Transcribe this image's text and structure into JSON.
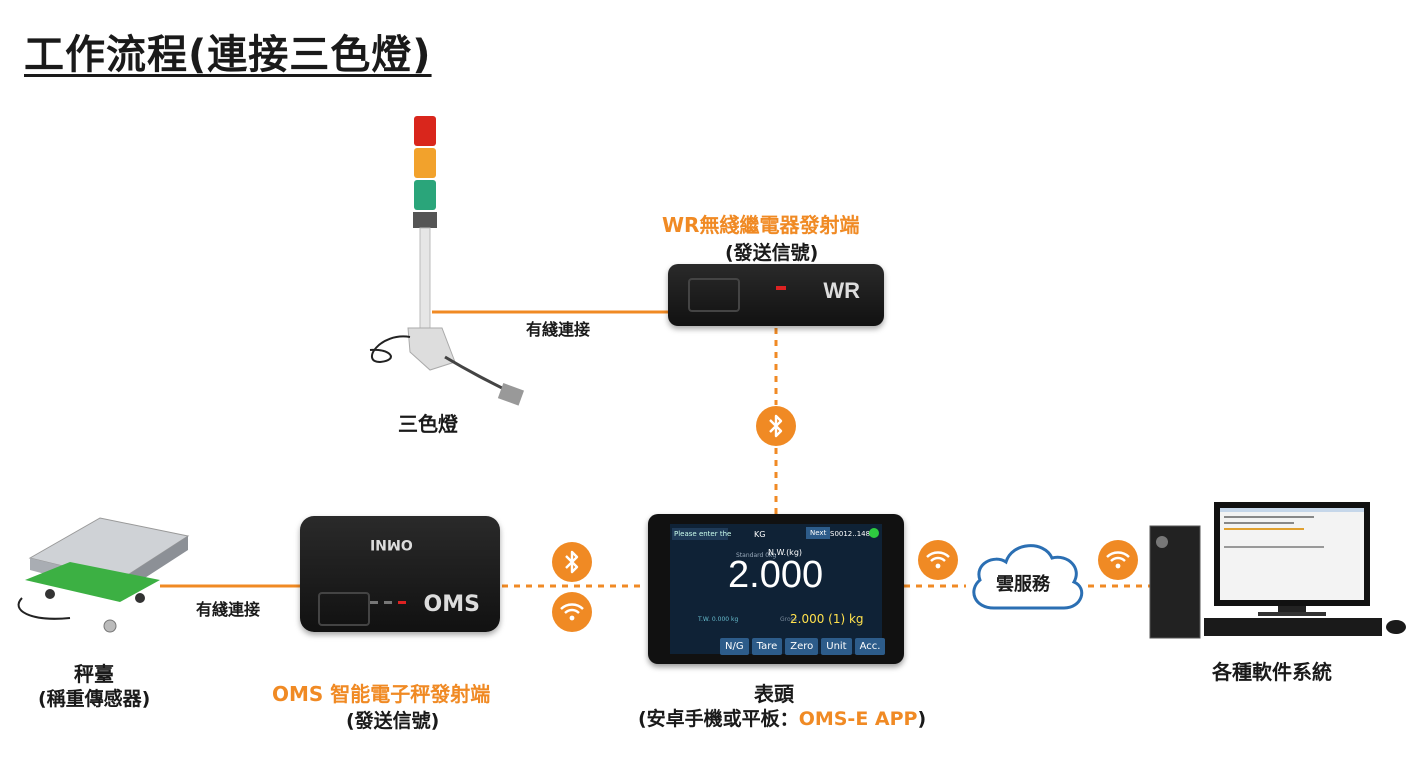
{
  "title": "工作流程(連接三色燈)",
  "stack_light": {
    "label": "三色燈"
  },
  "wired_top": {
    "label": "有綫連接"
  },
  "wr": {
    "title": "WR無綫繼電器發射端",
    "subtitle": "(發送信號)",
    "device_text": "WR"
  },
  "scale": {
    "label": "秤臺",
    "subtitle": "(稱重傳感器)"
  },
  "wired_bottom": {
    "label": "有綫連接"
  },
  "oms": {
    "title": "OMS 智能電子秤發射端",
    "subtitle": "(發送信號)",
    "device_text": "OMS",
    "brand": "OMNI"
  },
  "tablet": {
    "title": "表頭",
    "subtitle_prefix": "(安卓手機或平板：",
    "subtitle_app": "OMS-E APP",
    "subtitle_suffix": ")",
    "search_placeholder": "Please enter the",
    "unit": "KG",
    "next": "Next",
    "serial": "S0012..14893",
    "standard": "Standard 0kg",
    "nw_label": "N.W.(kg)",
    "weight": "2.000",
    "tw": "T.W. 0.000 kg",
    "gross": "2.000 (1) kg",
    "gross_label": "Gross",
    "buttons": [
      "N/G",
      "Tare",
      "Zero",
      "Unit",
      "Acc."
    ]
  },
  "cloud": {
    "label": "雲服務"
  },
  "pc": {
    "label": "各種軟件系統"
  },
  "colors": {
    "accent": "#f08a24",
    "tablet_bg": "#0f2236",
    "tablet_btn": "#2d5c8a"
  },
  "icons": [
    "bluetooth-icon",
    "wifi-icon"
  ]
}
